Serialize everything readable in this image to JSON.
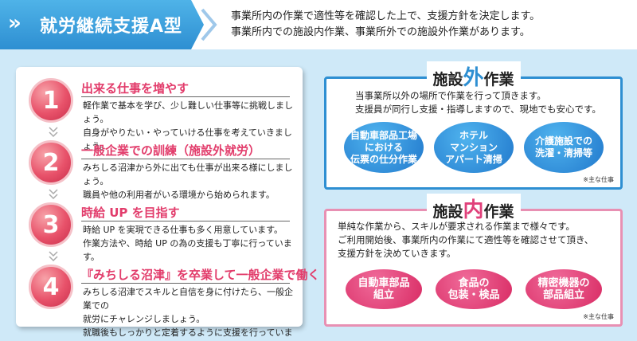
{
  "header": {
    "chevrons": "»",
    "title": "就労継続支援A型",
    "intro_lines": [
      "事業所内の作業で適性等を確認した上で、支援方針を決定します。",
      "事業所内での施設内作業、事業所外での施設外作業があります。"
    ]
  },
  "steps": [
    {
      "number": "1",
      "title": "出来る仕事を増やす",
      "lines": [
        "軽作業で基本を学び、少し難しい仕事等に挑戦しましょう。",
        "自身がやりたい・やっていける仕事を考えていきましょう。"
      ]
    },
    {
      "number": "2",
      "title": "一般企業での訓練（施設外就労）",
      "lines": [
        "みちしる沼津から外に出ても仕事が出来る様にしましょう。",
        "職員や他の利用者がいる環境から始められます。"
      ]
    },
    {
      "number": "3",
      "title": "時給 UP を目指す",
      "lines": [
        "時給 UP を実現できる仕事も多く用意しています。",
        "作業方法や、時給 UP の為の支援も丁寧に行っています。"
      ]
    },
    {
      "number": "4",
      "title": "『みちしる沼津』を卒業して一般企業で働く",
      "lines": [
        "みちしる沼津でスキルと自信を身に付けたら、一般企業での",
        "就労にチャレンジしましょう。",
        "就職後もしっかりと定着するように支援を行っています。"
      ]
    }
  ],
  "outside_work": {
    "title_pre": "施設",
    "title_accent": "外",
    "title_post": "作業",
    "lines": [
      "当事業所以外の場所で作業を行って頂きます。",
      "支援員が同行し支援・指導しますので、現地でも安心です。"
    ],
    "ovals": [
      {
        "lines": [
          "自動車部品工場",
          "における",
          "伝票の仕分作業"
        ]
      },
      {
        "lines": [
          "ホテル",
          "マンション",
          "アパート清掃"
        ]
      },
      {
        "lines": [
          "介護施設での",
          "洗濯・清掃等"
        ]
      }
    ],
    "note": "※主な仕事"
  },
  "inside_work": {
    "title_pre": "施設",
    "title_accent": "内",
    "title_post": "作業",
    "lines": [
      "単純な作業から、スキルが要求される作業まで様々です。",
      "ご利用開始後、事業所内の作業にて適性等を確認させて頂き、",
      "支援方針を決めていきます。"
    ],
    "ovals": [
      {
        "lines": [
          "自動車部品",
          "組立"
        ]
      },
      {
        "lines": [
          "食品の",
          "包装・検品"
        ]
      },
      {
        "lines": [
          "精密機器の",
          "部品組立"
        ]
      }
    ],
    "note": "※主な仕事"
  },
  "colors": {
    "header_blue": "#2e8fd2",
    "bg_light_blue": "#cfe9f8",
    "step_red": "#e23c6b",
    "inside_pink": "#e0407a"
  }
}
